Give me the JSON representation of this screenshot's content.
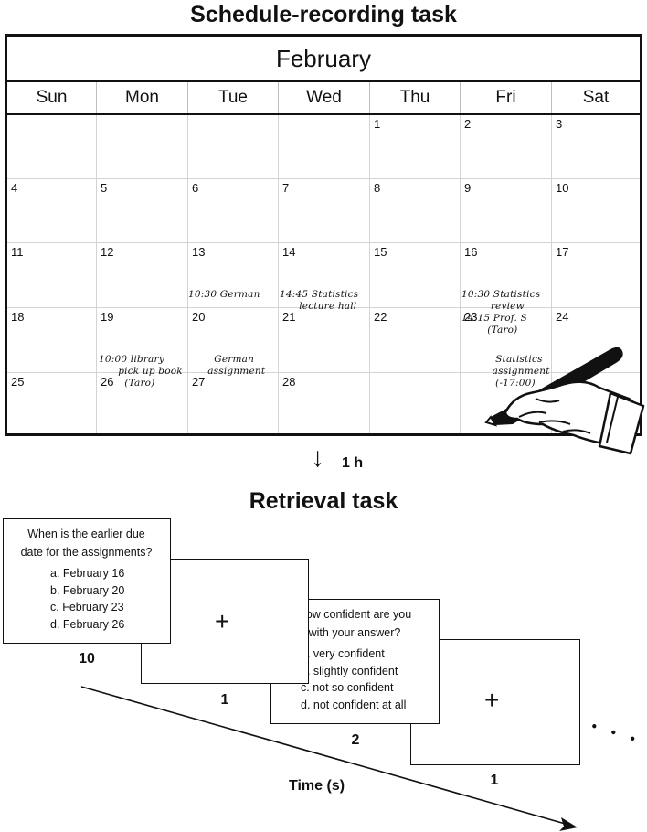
{
  "top_title": "Schedule-recording task",
  "calendar": {
    "month": "February",
    "weekdays": [
      "Sun",
      "Mon",
      "Tue",
      "Wed",
      "Thu",
      "Fri",
      "Sat"
    ],
    "weeks": [
      [
        "",
        "",
        "",
        "",
        "1",
        "2",
        "3"
      ],
      [
        "4",
        "5",
        "6",
        "7",
        "8",
        "9",
        "10"
      ],
      [
        "11",
        "12",
        "13",
        "14",
        "15",
        "16",
        "17"
      ],
      [
        "18",
        "19",
        "20",
        "21",
        "22",
        "23",
        "24"
      ],
      [
        "25",
        "26",
        "27",
        "28",
        "",
        "",
        ""
      ]
    ],
    "notes": {
      "feb13": "10:30 German",
      "feb14": "14:45 Statistics\n      lecture hall",
      "feb16": "10:30 Statistics\n         review\n14:15 Prof. S\n        (Taro)",
      "feb19": "10:00 library\n      pick up book\n        (Taro)",
      "feb20": "        German\n      assignment",
      "feb23": "    Statistics\n   assignment\n    (-17:00)"
    }
  },
  "interval": {
    "arrow": "↓",
    "label": "1 h"
  },
  "bottom_title": "Retrieval task",
  "screens": {
    "q1": {
      "question": "When is the earlier due\ndate for the assignments?",
      "options": [
        "a. February 16",
        "b. February 20",
        "c. February 23",
        "d. February 26"
      ],
      "duration": "10"
    },
    "fix1": {
      "symbol": "+",
      "duration": "1"
    },
    "q2": {
      "question": "How confident are you\nwith your answer?",
      "options": [
        "a. very confident",
        "b. slightly confident",
        "c. not so confident",
        "d. not confident at all"
      ],
      "duration": "2"
    },
    "fix2": {
      "symbol": "+",
      "duration": "1"
    }
  },
  "time_axis": {
    "label": "Time (s)"
  },
  "ellipsis": "• • •",
  "icons": {
    "hand": "hand-writing-with-pen-icon"
  }
}
